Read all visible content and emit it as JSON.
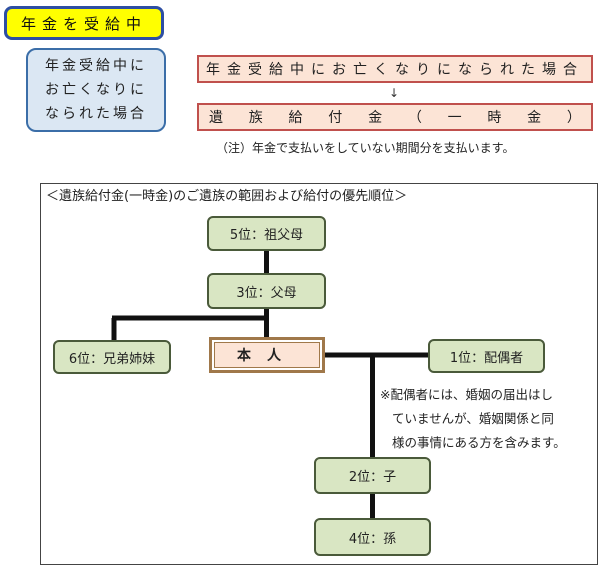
{
  "badge": "年金を受給中",
  "left_box": {
    "lines": [
      "年金受給中に",
      "お亡くなりに",
      "なられた場合"
    ]
  },
  "situation": "年金受給中にお亡くなりになられた場合",
  "arrow": "↓",
  "benefit": {
    "parts": [
      "遺",
      "族",
      "給",
      "付",
      "金",
      "（",
      "一",
      "時",
      "金",
      "）"
    ]
  },
  "note": "（注）年金で支払いをしていない期間分を支払います。",
  "diagram": {
    "title": "＜遺族給付金(一時金)のご遺族の範囲および給付の優先順位＞",
    "self": "本人",
    "nodes": {
      "rank5": "5位：祖父母",
      "rank3": "3位：父母",
      "rank6": "6位：兄弟姉妹",
      "rank1": "1位：配偶者",
      "rank2": "2位：子",
      "rank4": "4位：孫"
    },
    "spouse_note": [
      "※配偶者には、婚姻の届出はし",
      "ていませんが、婚姻関係と同",
      "様の事情にある方を含みます。"
    ]
  },
  "colors": {
    "badge_fill": "#ffff00",
    "node_fill": "#d9e6c3",
    "peach_fill": "#fce4d6",
    "blue_fill": "#dbe7f3"
  }
}
